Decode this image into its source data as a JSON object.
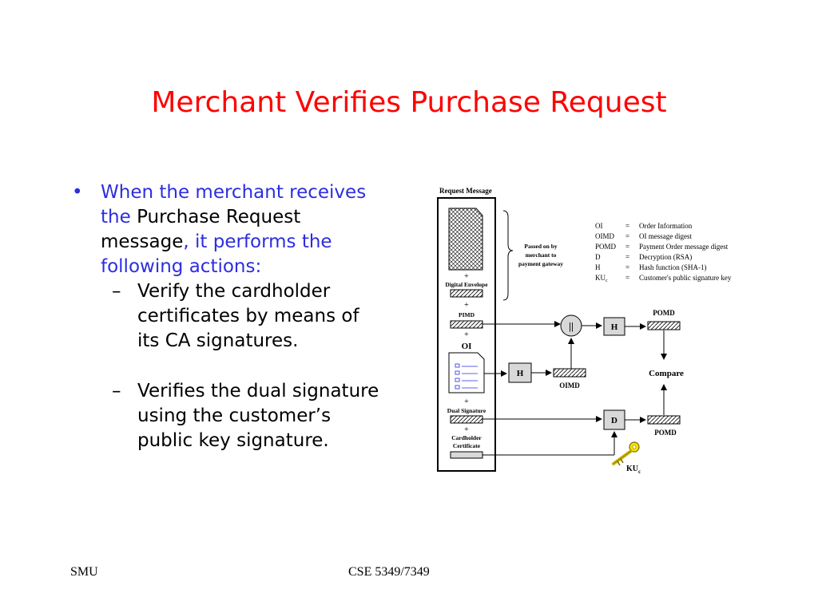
{
  "title": "Merchant Verifies Purchase Request",
  "bullet1": {
    "part1": "When the merchant receives the ",
    "part2": "Purchase Request message",
    "part3": ", it performs the following actions:"
  },
  "subbullets": [
    "Verify the cardholder certificates by means of its CA signatures.",
    "Verifies the dual signature using the customer’s public key signature."
  ],
  "footer": {
    "left": "SMU",
    "center": "CSE 5349/7349"
  },
  "diagram": {
    "request_message": "Request Message",
    "plus": "+",
    "digital_envelope": "Digital Envelope",
    "pimd": "PIMD",
    "oi": "OI",
    "dual_signature": "Dual Signature",
    "cardholder": "Cardholder",
    "certificate": "Certificate",
    "passed_on_1": "Passed on by",
    "passed_on_2": "merchant to",
    "passed_on_3": "payment gateway",
    "concat": "||",
    "h": "H",
    "d": "D",
    "pomd": "POMD",
    "oimd": "OIMD",
    "compare": "Compare",
    "ku": "KU",
    "ku_sub": "c",
    "legend": [
      {
        "abbr": "OI",
        "eq": "=",
        "desc": "Order Information"
      },
      {
        "abbr": "OIMD",
        "eq": "=",
        "desc": "OI message digest"
      },
      {
        "abbr": "POMD",
        "eq": "=",
        "desc": "Payment Order message digest"
      },
      {
        "abbr": "D",
        "eq": "=",
        "desc": "Decryption (RSA)"
      },
      {
        "abbr": "H",
        "eq": "=",
        "desc": "Hash function (SHA-1)"
      },
      {
        "abbr": "KU",
        "sub": "c",
        "eq": "=",
        "desc": "Customer's public signature key"
      }
    ]
  },
  "colors": {
    "title": "#ff0000",
    "bullet_blue": "#2d2de0",
    "box_fill": "#d8d8d8"
  }
}
